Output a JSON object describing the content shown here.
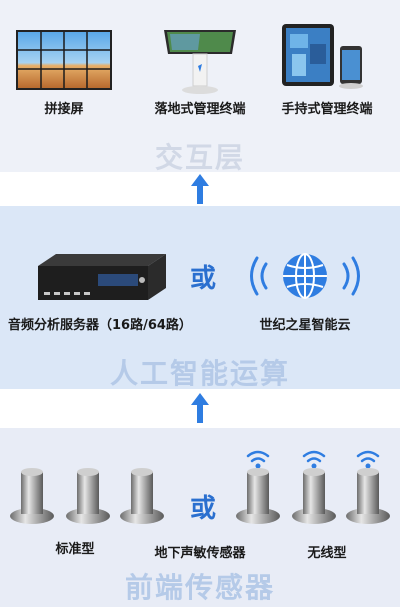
{
  "interaction_layer": {
    "title": "交互层",
    "items": [
      {
        "label": "拼接屏"
      },
      {
        "label": "落地式管理终端"
      },
      {
        "label": "手持式管理终端"
      }
    ]
  },
  "ai_layer": {
    "title": "人工智能运算",
    "or": "或",
    "items": [
      {
        "label": "音频分析服务器（16路/64路）"
      },
      {
        "label": "世纪之星智能云"
      }
    ]
  },
  "sensor_layer": {
    "title": "前端传感器",
    "or": "或",
    "items": [
      {
        "label": "标准型"
      },
      {
        "label": "地下声敏传感器"
      },
      {
        "label": "无线型"
      }
    ]
  },
  "colors": {
    "arrow": "#2f7de1",
    "title_interaction": "#d1d8e6",
    "title_ai": "#b5cae8",
    "title_sensor": "#b5cae8"
  }
}
